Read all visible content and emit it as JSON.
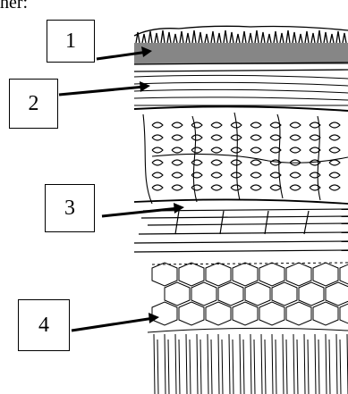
{
  "caption": {
    "partial_text": "her:"
  },
  "labels": [
    "1",
    "2",
    "3",
    "4"
  ],
  "colors": {
    "ink": "#000000",
    "background": "#ffffff"
  }
}
